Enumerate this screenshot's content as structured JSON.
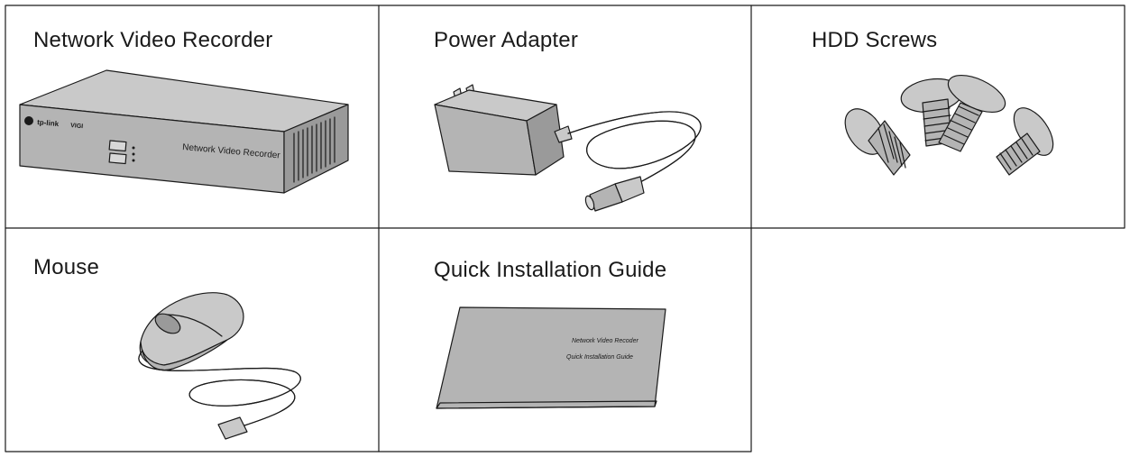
{
  "items": [
    {
      "label": "Network Video Recorder",
      "device_text": "Network Video Recorder",
      "brand": "tp-link",
      "series": "VIGI"
    },
    {
      "label": "Power Adapter"
    },
    {
      "label": "HDD Screws"
    },
    {
      "label": "Mouse"
    },
    {
      "label": "Quick Installation Guide",
      "cover_title": "Network Video Recoder",
      "cover_subtitle": "Quick Installation Guide"
    }
  ],
  "colors": {
    "border": "#1a1a1a",
    "illustration_gray": "#b4b4b4",
    "background": "#ffffff"
  }
}
